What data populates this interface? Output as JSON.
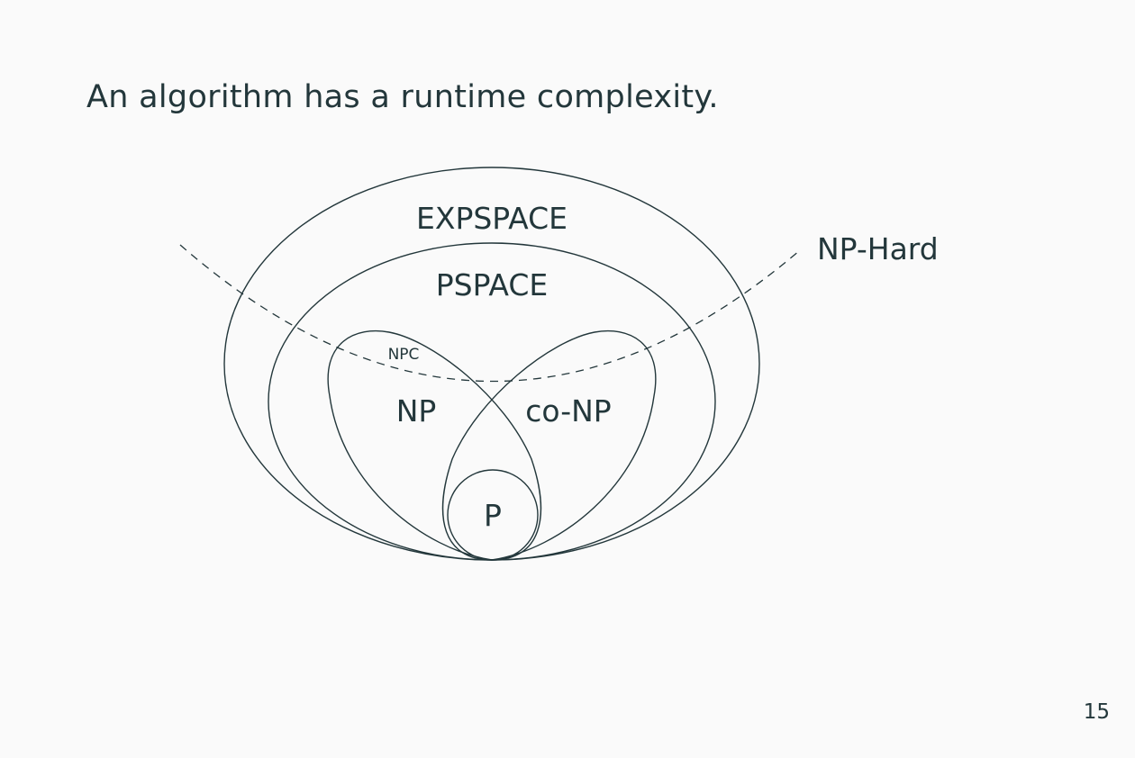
{
  "slide": {
    "headline": "An algorithm has a runtime complexity.",
    "page_number": "15"
  },
  "diagram": {
    "labels": {
      "expspace": "EXPSPACE",
      "pspace": "PSPACE",
      "np": "NP",
      "conp": "co-NP",
      "p": "P",
      "npc": "NPC",
      "nphard": "NP-Hard"
    },
    "colors": {
      "ink": "#23373b",
      "background": "#fafafa"
    }
  }
}
